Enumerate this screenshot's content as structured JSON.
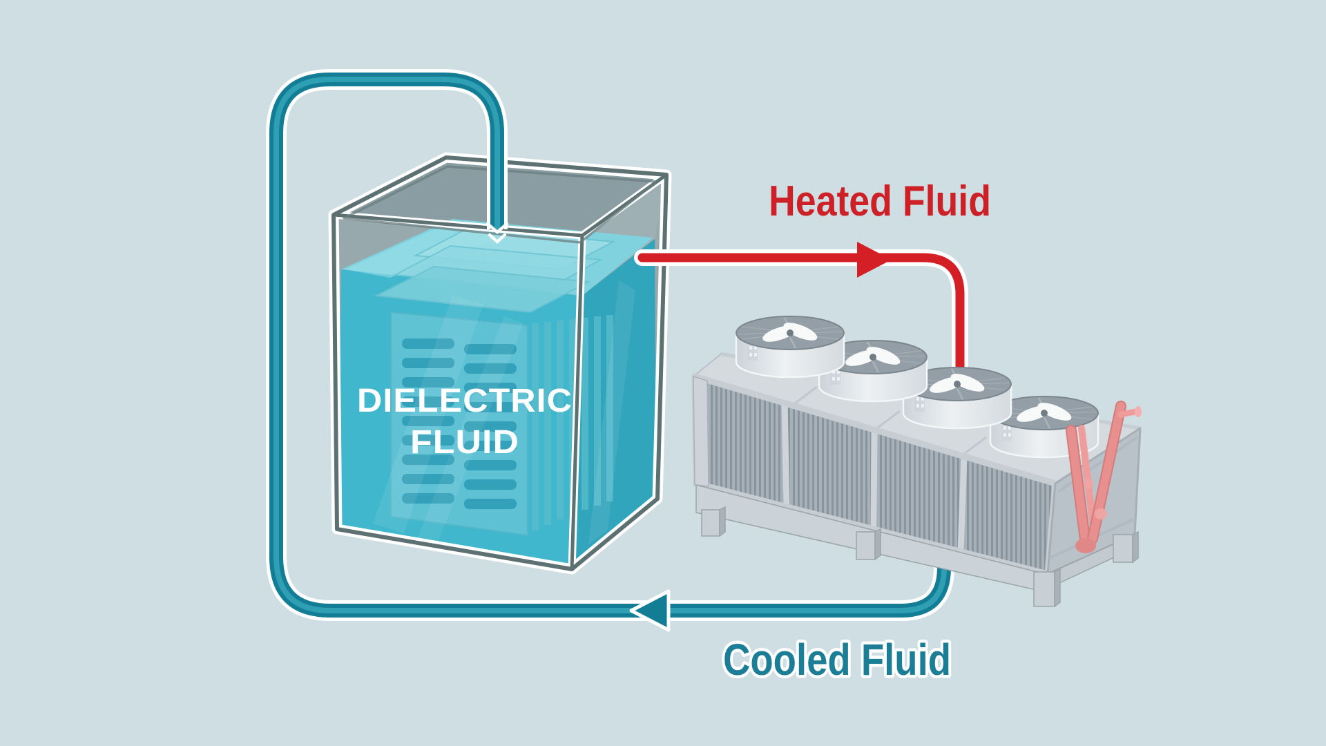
{
  "labels": {
    "heated_fluid": "Heated Fluid",
    "cooled_fluid": "Cooled Fluid",
    "dielectric_line1": "DIELECTRIC",
    "dielectric_line2": "FLUID"
  },
  "colors": {
    "background": "#cfdee3",
    "heated_flow_red": "#d41f26",
    "cooled_flow_teal": "#127d95",
    "dielectric_fluid_teal": "#40b7cc",
    "fluid_surface": "#7fd2de",
    "tank_frame": "#5d7173",
    "cooler_body_gray": "#a9b3ba",
    "coil_pink": "#e89090",
    "label_text_white": "#ffffff"
  },
  "diagram": {
    "type": "immersion-cooling-loop",
    "components": [
      {
        "id": "immersion-tank",
        "content_label": "DIELECTRIC FLUID",
        "contains": "submerged-server-rack"
      },
      {
        "id": "dry-cooler",
        "fan_count": 4
      }
    ],
    "flows": [
      {
        "name": "Heated Fluid",
        "from": "immersion-tank",
        "to": "dry-cooler",
        "color": "#d41f26",
        "arrow_direction": "right"
      },
      {
        "name": "Cooled Fluid",
        "from": "dry-cooler",
        "to": "immersion-tank",
        "color": "#127d95",
        "arrow_direction": "left"
      }
    ]
  }
}
